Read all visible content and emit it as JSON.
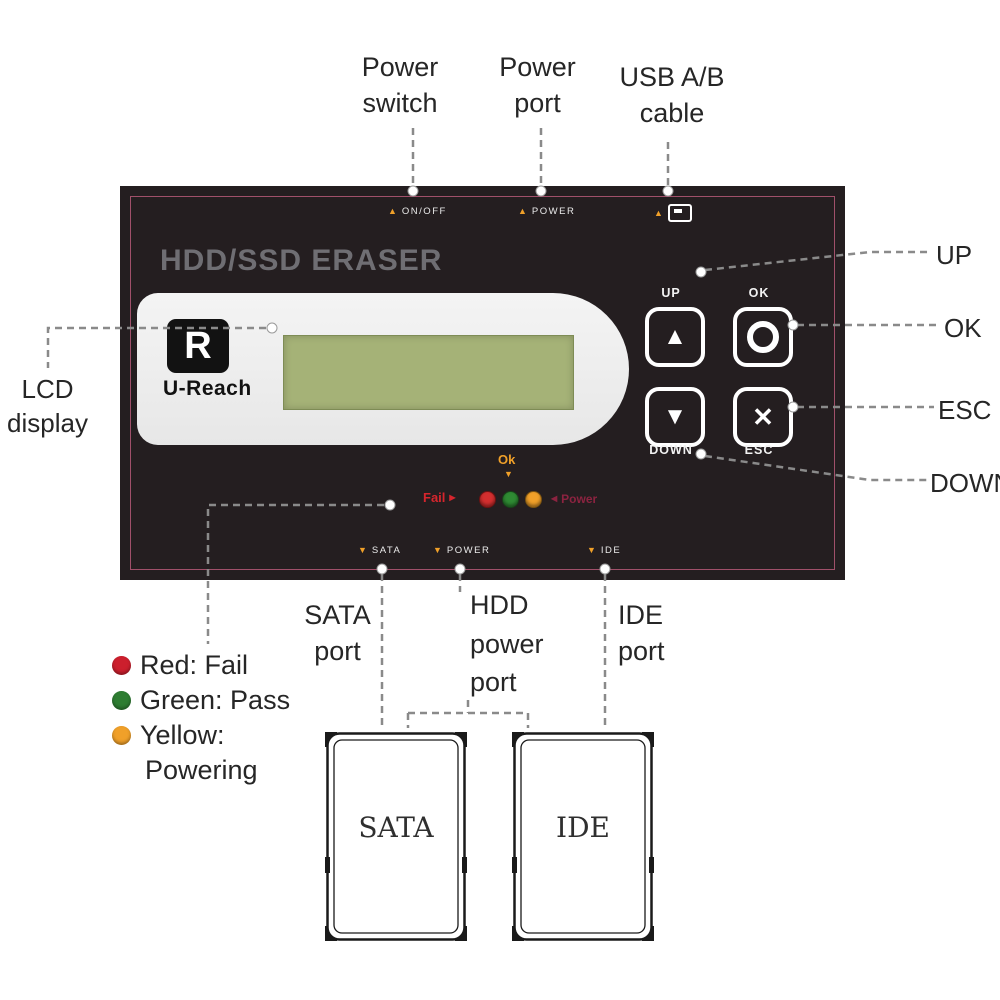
{
  "glyphs": {
    "triangle_up": "▲",
    "triangle_down": "▼",
    "cross": "✕",
    "arrow_right": "▶",
    "arrow_left": "◀"
  },
  "device": {
    "title": "HDD/SSD ERASER",
    "brand": "U-Reach",
    "logo_letter": "R",
    "top_markers": {
      "onoff": "ON/OFF",
      "power": "POWER"
    },
    "bottom_markers": {
      "sata": "SATA",
      "power": "POWER",
      "ide": "IDE"
    },
    "buttons": {
      "up": "UP",
      "ok": "OK",
      "down": "DOWN",
      "esc": "ESC"
    },
    "leds": {
      "ok": "Ok",
      "fail": "Fail",
      "power": "Power"
    }
  },
  "callouts": {
    "power_switch": {
      "line1": "Power",
      "line2": "switch"
    },
    "power_port": {
      "line1": "Power",
      "line2": "port"
    },
    "usb_cable": {
      "line1": "USB A/B",
      "line2": "cable"
    },
    "up": "UP",
    "ok": "OK",
    "esc": "ESC",
    "down": "DOWN",
    "lcd": {
      "line1": "LCD",
      "line2": "display"
    },
    "sata_port": {
      "line1": "SATA",
      "line2": "port"
    },
    "hdd_power_port": {
      "line1": "HDD",
      "line2": "power",
      "line3": "port"
    },
    "ide_port": {
      "line1": "IDE",
      "line2": "port"
    }
  },
  "legend": {
    "red": "Red: Fail",
    "green": "Green: Pass",
    "yellow_line1": "Yellow:",
    "yellow_line2": "Powering"
  },
  "drives": {
    "sata": "SATA",
    "ide": "IDE"
  },
  "colors": {
    "panel": "#241e20",
    "panel_accent_line": "#a0506a",
    "lcd_screen": "#a5b277",
    "marker_yellow": "#f0a029",
    "led_red": "#d32f2f",
    "led_green": "#2f8a33",
    "led_yellow": "#f0a029",
    "fail_red": "#d6252d",
    "power_maroon": "#8c2340",
    "connector_grey": "#8a8a8a"
  }
}
